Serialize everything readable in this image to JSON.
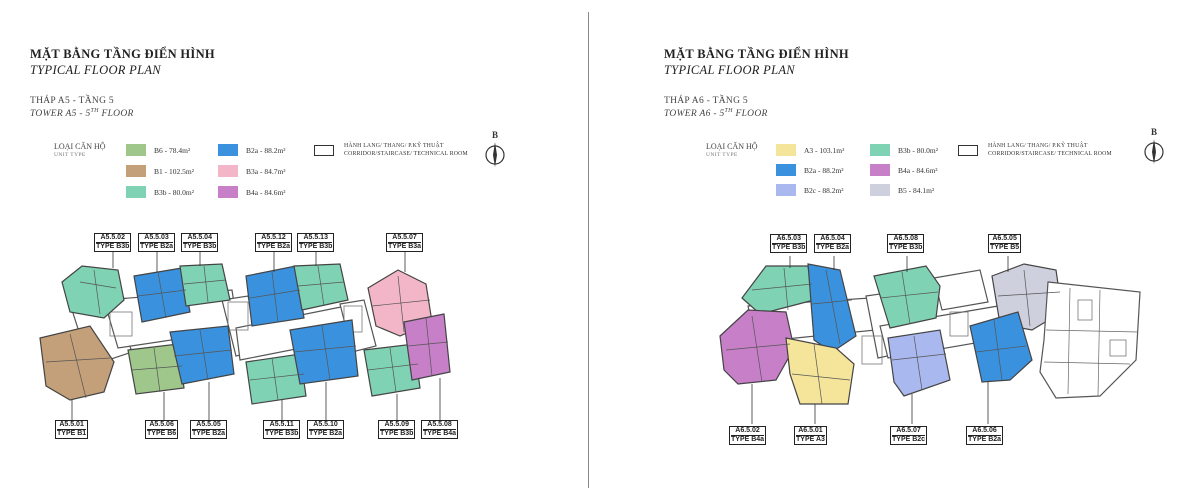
{
  "colors": {
    "B6": "#9fc78b",
    "B1": "#c3a07a",
    "B3b": "#7fd2b3",
    "B2a": "#3a92de",
    "B3a": "#f3b6c9",
    "B4a": "#c77fc8",
    "A3": "#f4e59a",
    "B2c": "#a9b8ef",
    "B5": "#cfd0de",
    "corridor": "#ffffff",
    "wall": "#4a4a4a"
  },
  "left": {
    "title_vn": "MẶT BẰNG TẦNG ĐIỂN HÌNH",
    "title_en": "TYPICAL FLOOR PLAN",
    "tower_vn": "THÁP A5 - TẦNG 5",
    "tower_en": "TOWER A5 - 5",
    "tower_en_sup": "TH",
    "tower_en_tail": " FLOOR",
    "legend_head": "LOẠI CĂN HỘ",
    "legend_sub": "UNIT TYPE",
    "legend": [
      {
        "key": "B6",
        "label": "B6 - 78.4m²"
      },
      {
        "key": "B1",
        "label": "B1 - 102.5m²"
      },
      {
        "key": "B3b",
        "label": "B3b - 80.0m²"
      },
      {
        "key": "B2a",
        "label": "B2a - 88.2m²"
      },
      {
        "key": "B3a",
        "label": "B3a - 84.7m²"
      },
      {
        "key": "B4a",
        "label": "B4a - 84.6m²"
      }
    ],
    "corridor_1": "HÀNH LANG/ THANG/ P.KỸ THUẬT",
    "corridor_2": "CORRIDOR/STAIRCASE/ TECHNICAL ROOM",
    "compass": "B",
    "units_top": [
      {
        "code": "A5.5.02",
        "type": "TYPE B3b"
      },
      {
        "code": "A5.5.03",
        "type": "TYPE B2a"
      },
      {
        "code": "A5.5.04",
        "type": "TYPE B3b"
      },
      {
        "code": "A5.5.12",
        "type": "TYPE B2a"
      },
      {
        "code": "A5.5.13",
        "type": "TYPE B3b"
      },
      {
        "code": "A5.5.07",
        "type": "TYPE B3a"
      }
    ],
    "units_bottom": [
      {
        "code": "A5.5.01",
        "type": "TYPE B1"
      },
      {
        "code": "A5.5.06",
        "type": "TYPE B6"
      },
      {
        "code": "A5.5.05",
        "type": "TYPE B2a"
      },
      {
        "code": "A5.5.11",
        "type": "TYPE B3b"
      },
      {
        "code": "A5.5.10",
        "type": "TYPE B2a"
      },
      {
        "code": "A5.5.09",
        "type": "TYPE B3b"
      },
      {
        "code": "A5.5.08",
        "type": "TYPE B4a"
      }
    ]
  },
  "right": {
    "title_vn": "MẶT BẰNG TẦNG ĐIỂN HÌNH",
    "title_en": "TYPICAL FLOOR PLAN",
    "tower_vn": "THÁP A6 - TẦNG 5",
    "tower_en": "TOWER A6 - 5",
    "tower_en_sup": "TH",
    "tower_en_tail": " FLOOR",
    "legend_head": "LOẠI CĂN HỘ",
    "legend_sub": "UNIT TYPE",
    "legend": [
      {
        "key": "A3",
        "label": "A3 - 103.1m²"
      },
      {
        "key": "B2a",
        "label": "B2a - 88.2m²"
      },
      {
        "key": "B2c",
        "label": "B2c - 88.2m²"
      },
      {
        "key": "B3b",
        "label": "B3b - 80.0m²"
      },
      {
        "key": "B4a",
        "label": "B4a - 84.6m²"
      },
      {
        "key": "B5",
        "label": "B5 - 84.1m²"
      }
    ],
    "corridor_1": "HÀNH LANG/ THANG/ P.KỸ THUẬT",
    "corridor_2": "CORRIDOR/STAIRCASE/ TECHNICAL ROOM",
    "compass": "B",
    "units_top": [
      {
        "code": "A6.5.03",
        "type": "TYPE B3b"
      },
      {
        "code": "A6.5.04",
        "type": "TYPE B2a"
      },
      {
        "code": "A6.5.08",
        "type": "TYPE B3b"
      },
      {
        "code": "A6.5.05",
        "type": "TYPE B5"
      }
    ],
    "units_bottom": [
      {
        "code": "A6.5.02",
        "type": "TYPE B4a"
      },
      {
        "code": "A6.5.01",
        "type": "TYPE A3"
      },
      {
        "code": "A6.5.07",
        "type": "TYPE B2c"
      },
      {
        "code": "A6.5.06",
        "type": "TYPE B2a"
      }
    ]
  }
}
